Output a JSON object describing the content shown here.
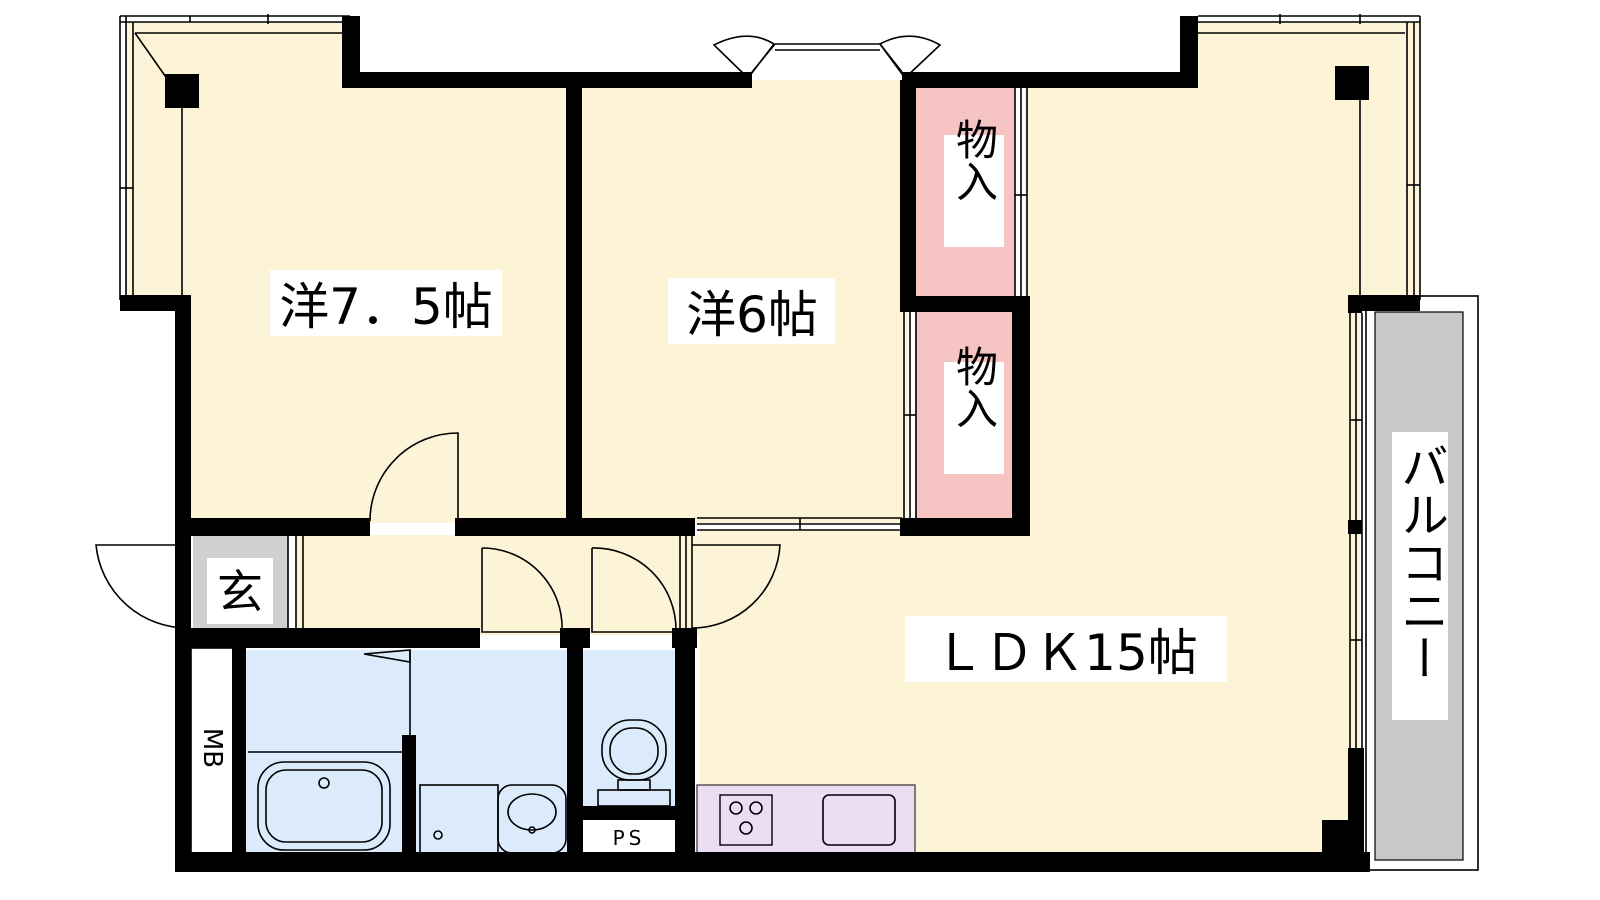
{
  "colors": {
    "room_fill": "#fdf3d6",
    "bath_fill": "#dcebfb",
    "closet_fill": "#f7c4c4",
    "balcony_fill": "#c8c8c8",
    "kitchen_fill": "#ecddf5",
    "genkan_fill": "#d0d0d0",
    "wall": "#000000"
  },
  "rooms": {
    "western_1": "洋7．5帖",
    "western_2": "洋6帖",
    "ldk": "ＬＤＫ15帖",
    "closet_top": "物入",
    "closet_bottom": "物入",
    "balcony": "バルコニー",
    "genkan": "玄",
    "mb": "MB",
    "ps": "PS"
  }
}
